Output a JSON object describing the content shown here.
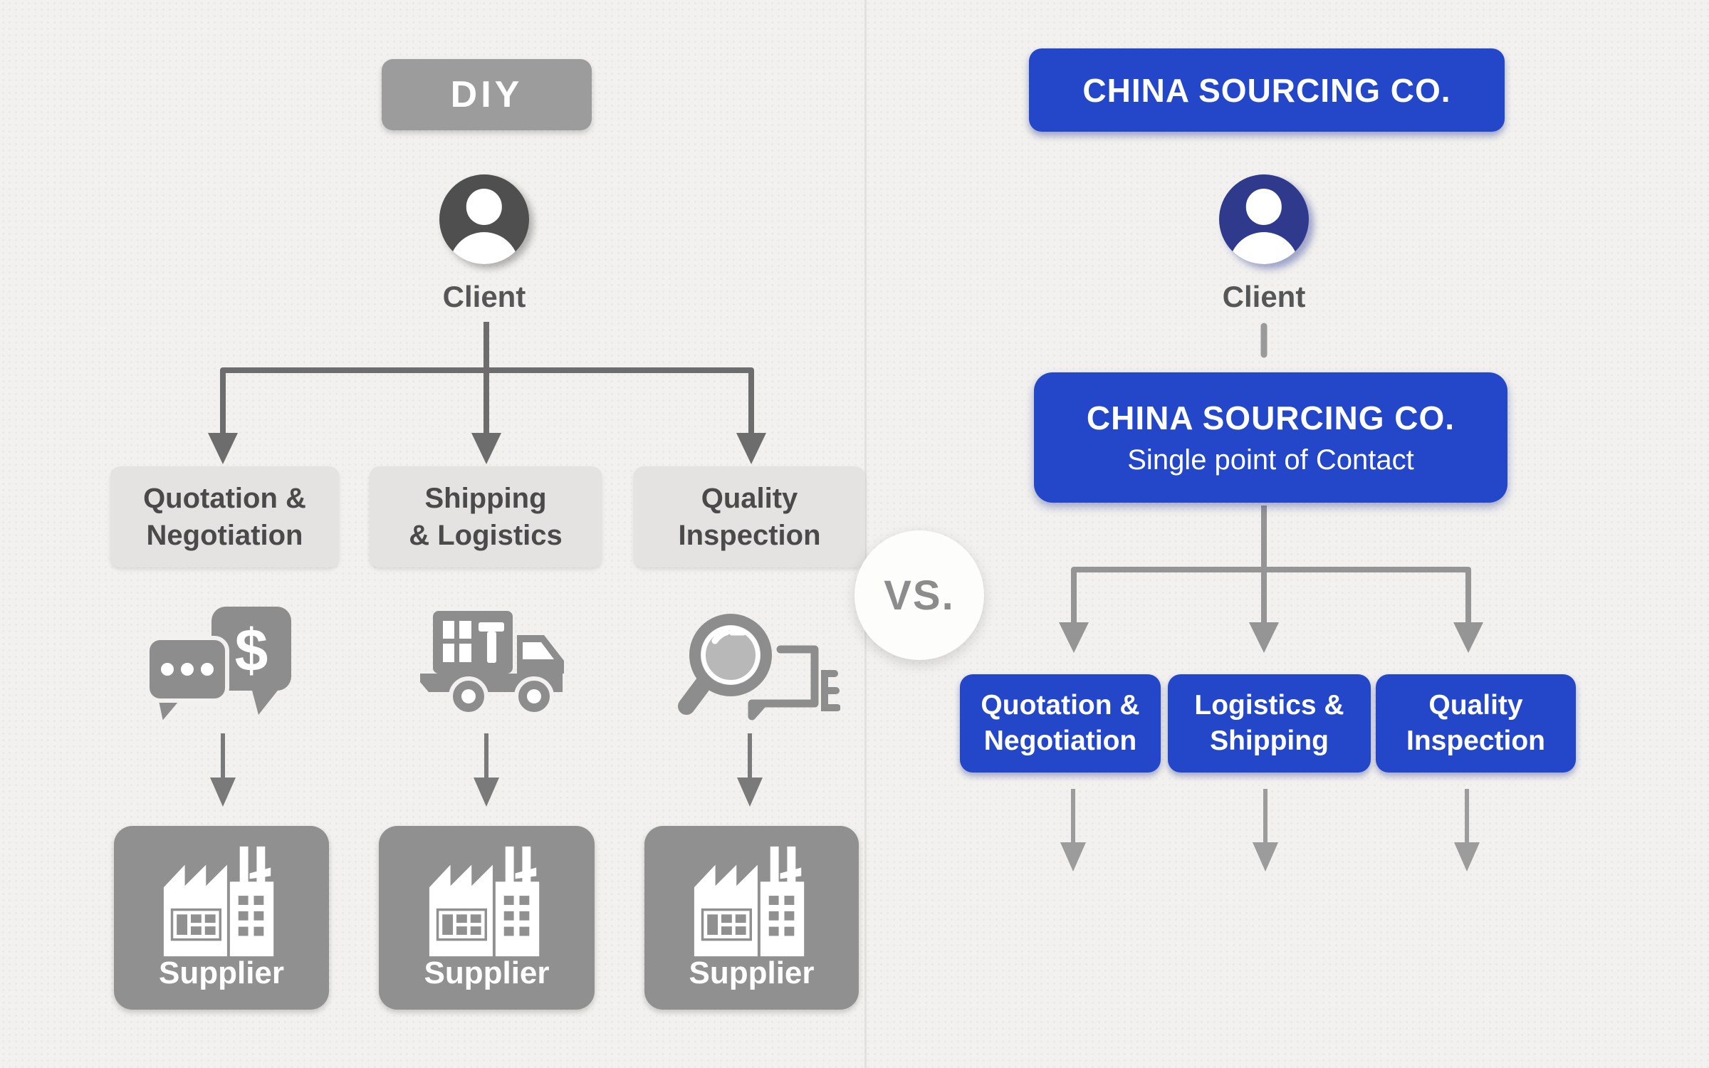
{
  "left": {
    "badge": "DIY",
    "client_label": "Client",
    "avatar_icon": "person-icon",
    "boxes": [
      {
        "line1": "Quotation &",
        "line2": "Negotiation"
      },
      {
        "line1": "Shipping",
        "line2": "& Logistics"
      },
      {
        "line1": "Quality",
        "line2": "Inspection"
      }
    ],
    "icons": [
      "negotiation-chat-dollar-icon",
      "shipping-truck-icon",
      "quality-inspection-magnifier-icon"
    ],
    "suppliers": [
      "Supplier",
      "Supplier",
      "Supplier"
    ],
    "supplier_icon": "factory-icon"
  },
  "divider": {
    "vs_label": "VS."
  },
  "right": {
    "header": "CHINA SOURCING CO.",
    "client_label": "Client",
    "avatar_icon": "person-icon",
    "main_box": {
      "title": "CHINA SOURCING CO.",
      "subtitle": "Single point of Contact"
    },
    "boxes": [
      {
        "line1": "Quotation &",
        "line2": "Negotiation"
      },
      {
        "line1": "Logistics &",
        "line2": "Shipping"
      },
      {
        "line1": "Quality",
        "line2": "Inspection"
      }
    ]
  },
  "colors": {
    "accent_blue": "#2347c8",
    "navy_avatar": "#2f3a8d",
    "badge_gray": "#9c9c9c",
    "supplier_card_gray": "#909090",
    "light_box_gray": "#e4e3e1",
    "dark_text_gray": "#4a4a4a",
    "arrow_gray": "#6d6d6d",
    "background": "#f2f1ef"
  }
}
